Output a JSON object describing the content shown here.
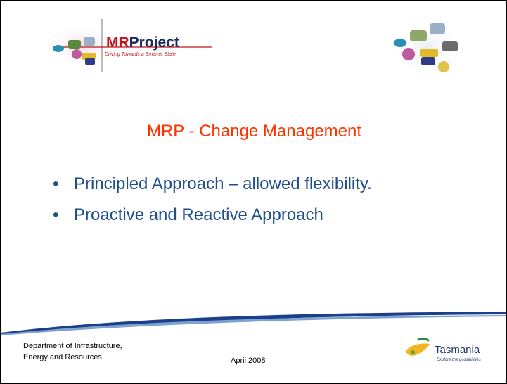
{
  "header": {
    "logo_name_prefix": "MR",
    "logo_name_suffix": "Project",
    "logo_tagline": "Driving Towards a Smarter State"
  },
  "slide": {
    "title": "MRP - Change Management",
    "bullets": [
      "Principled Approach – allowed flexibility.",
      "Proactive and Reactive Approach"
    ]
  },
  "footer": {
    "department": "Department of Infrastructure,\nEnergy and Resources",
    "date": "April 2008",
    "brand": "Tasmania",
    "brand_tagline": "Explore the possibilities"
  },
  "colors": {
    "title": "#ff3300",
    "bullet_text": "#1f4e8c",
    "wave": "#1b3f8a"
  }
}
